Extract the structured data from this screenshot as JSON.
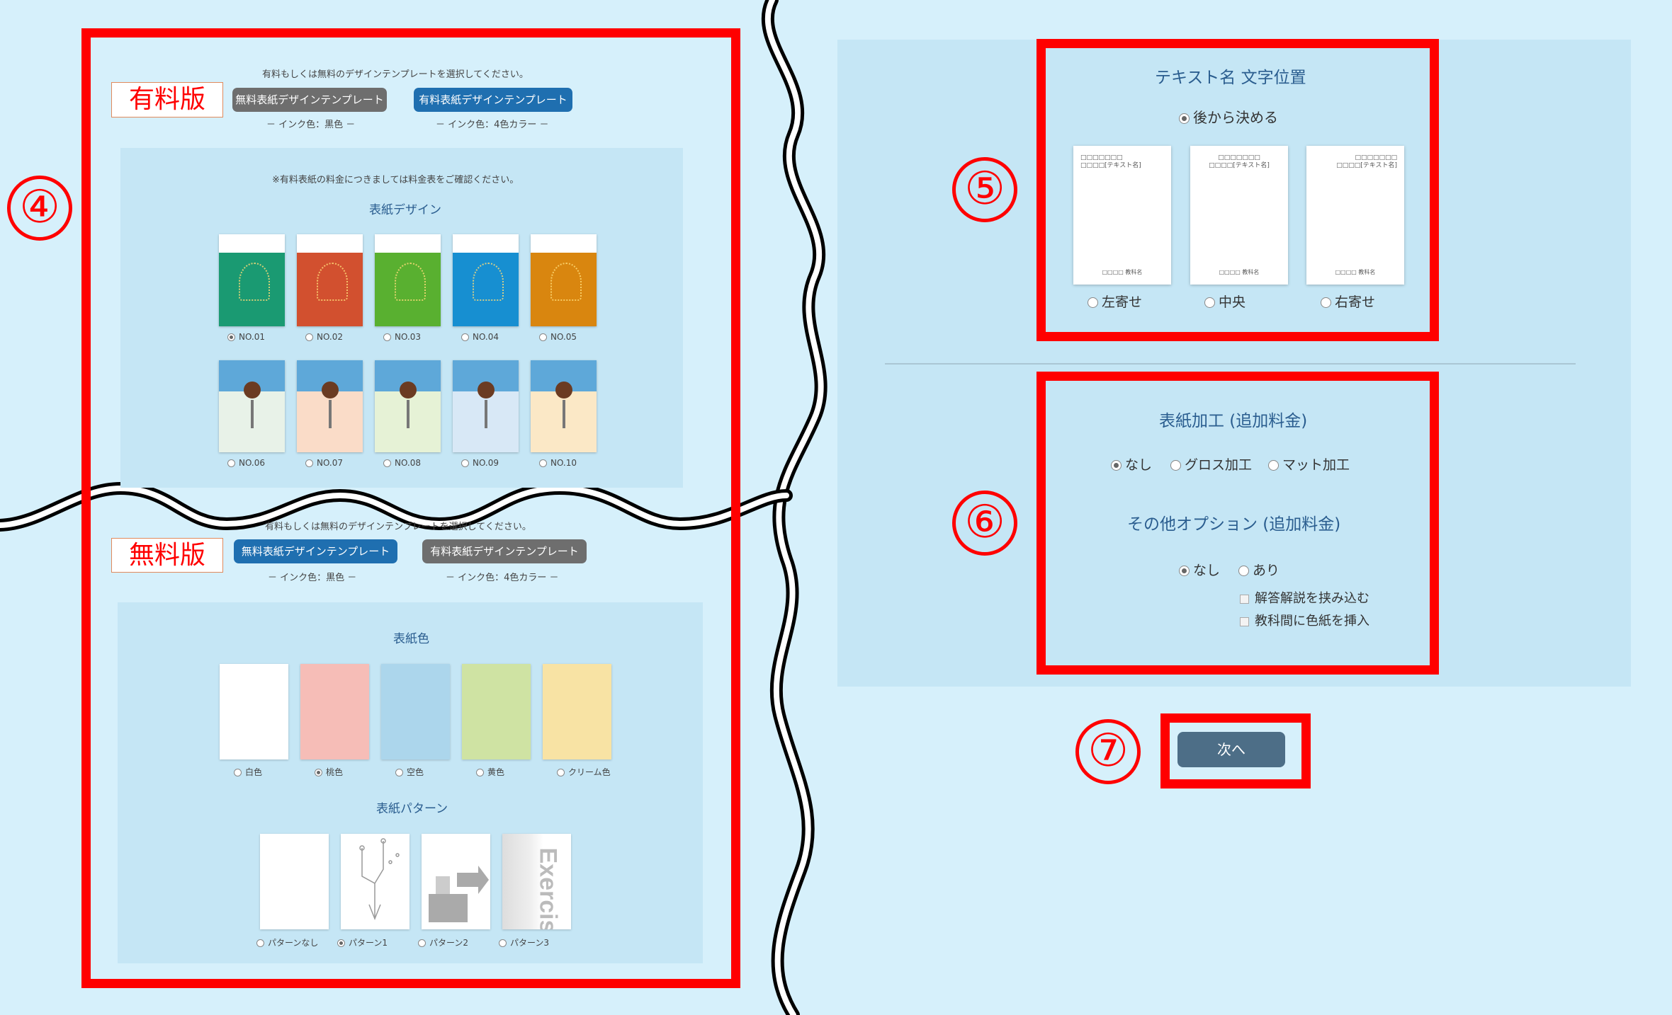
{
  "callouts": {
    "n4": "④",
    "n5": "⑤",
    "n6": "⑥",
    "n7": "⑦"
  },
  "paid": {
    "instruction": "有料もしくは無料のデザインテンプレートを選択してください。",
    "badge": "有料版",
    "free_button": "無料表紙デザインテンプレート",
    "paid_button": "有料表紙デザインテンプレート",
    "free_ink": "－ インク色：黒色 －",
    "paid_ink": "－ インク色：4色カラー －",
    "note": "※有料表紙の料金につきましては料金表をご確認ください。",
    "design_heading": "表紙デザイン",
    "designs": [
      {
        "label": "NO.01",
        "color": "#1a9a72",
        "selected": true
      },
      {
        "label": "NO.02",
        "color": "#d2502f",
        "selected": false
      },
      {
        "label": "NO.03",
        "color": "#59b030",
        "selected": false
      },
      {
        "label": "NO.04",
        "color": "#178fd1",
        "selected": false
      },
      {
        "label": "NO.05",
        "color": "#d9860f",
        "selected": false
      },
      {
        "label": "NO.06",
        "color": "#e8f2e8",
        "selected": false
      },
      {
        "label": "NO.07",
        "color": "#fadcc8",
        "selected": false
      },
      {
        "label": "NO.08",
        "color": "#e6f2d6",
        "selected": false
      },
      {
        "label": "NO.09",
        "color": "#d8e8f6",
        "selected": false
      },
      {
        "label": "NO.10",
        "color": "#fbe8c6",
        "selected": false
      }
    ]
  },
  "free": {
    "instruction": "有料もしくは無料のデザインテンプレートを選択してください。",
    "badge": "無料版",
    "free_button": "無料表紙デザインテンプレート",
    "paid_button": "有料表紙デザインテンプレート",
    "free_ink": "－ インク色：黒色 －",
    "paid_ink": "－ インク色：4色カラー －",
    "color_heading": "表紙色",
    "colors": [
      {
        "label": "白色",
        "color": "#ffffff",
        "selected": false
      },
      {
        "label": "桃色",
        "color": "#f6bdb7",
        "selected": true
      },
      {
        "label": "空色",
        "color": "#acd6ec",
        "selected": false
      },
      {
        "label": "黄色",
        "color": "#cfe3a3",
        "selected": false
      },
      {
        "label": "クリーム色",
        "color": "#f8e3a4",
        "selected": false
      }
    ],
    "pattern_heading": "表紙パターン",
    "patterns": [
      {
        "label": "パターンなし",
        "selected": false
      },
      {
        "label": "パターン1",
        "selected": true
      },
      {
        "label": "パターン2",
        "selected": false
      },
      {
        "label": "パターン3",
        "selected": false
      }
    ],
    "pattern3_text": "Exercise"
  },
  "text_position": {
    "heading": "テキスト名 文字位置",
    "later": "後から決める",
    "options": [
      {
        "label": "左寄せ",
        "line1": "□□□□□□□",
        "line2": "□□□□[テキスト名]",
        "footer": "□□□□ 教科名"
      },
      {
        "label": "中央",
        "line1": "□□□□□□□",
        "line2": "□□□□[テキスト名]",
        "footer": "□□□□ 教科名"
      },
      {
        "label": "右寄せ",
        "line1": "□□□□□□□",
        "line2": "□□□□[テキスト名]",
        "footer": "□□□□ 教科名"
      }
    ]
  },
  "processing": {
    "heading": "表紙加工 (追加料金)",
    "options": [
      "なし",
      "グロス加工",
      "マット加工"
    ],
    "other_heading": "その他オプション (追加料金)",
    "other_options": [
      "なし",
      "あり"
    ],
    "checks": [
      "解答解説を挟み込む",
      "教科間に色紙を挿入"
    ]
  },
  "next_button": "次へ"
}
